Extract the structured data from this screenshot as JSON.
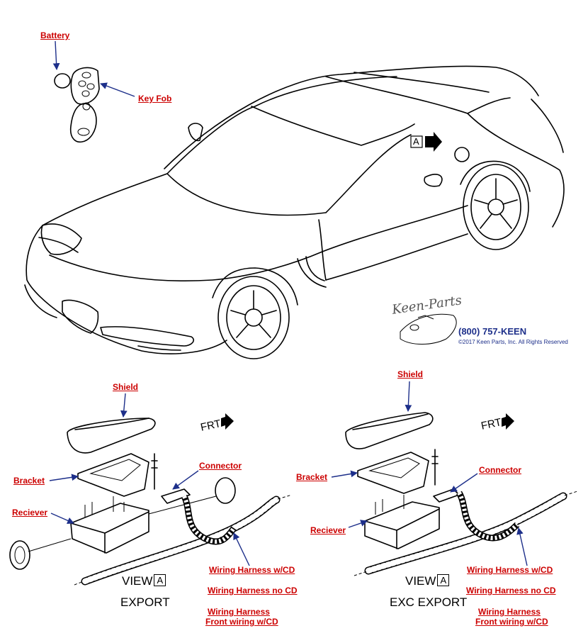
{
  "labels": {
    "battery": "Battery",
    "key_fob": "Key Fob",
    "shield_left": "Shield",
    "shield_right": "Shield",
    "bracket_left": "Bracket",
    "bracket_right": "Bracket",
    "connector_left": "Connector",
    "connector_right": "Connector",
    "receiver_left": "Reciever",
    "receiver_right": "Reciever",
    "harness_wcd_left": "Wiring Harness w/CD",
    "harness_nocd_left": "Wiring Harness no CD",
    "harness_front_left_1": "Wiring Harness",
    "harness_front_left_2": "Front wiring w/CD",
    "harness_wcd_right": "Wiring Harness w/CD",
    "harness_nocd_right": "Wiring Harness no CD",
    "harness_front_right_1": "Wiring Harness",
    "harness_front_right_2": "Front wiring w/CD"
  },
  "callout_a": "A",
  "views": {
    "left_view": "VIEW",
    "left_caption": "EXPORT",
    "right_view": "VIEW",
    "right_caption": "EXC EXPORT",
    "box_letter": "A",
    "frt": "FRT"
  },
  "branding": {
    "name": "Keen-Parts",
    "phone": "(800) 757-KEEN",
    "copyright": "©2017 Keen Parts, Inc. All Rights Reserved"
  },
  "colors": {
    "label_red": "#cc0000",
    "arrow_blue": "#1d2f8a",
    "line_black": "#000000"
  }
}
